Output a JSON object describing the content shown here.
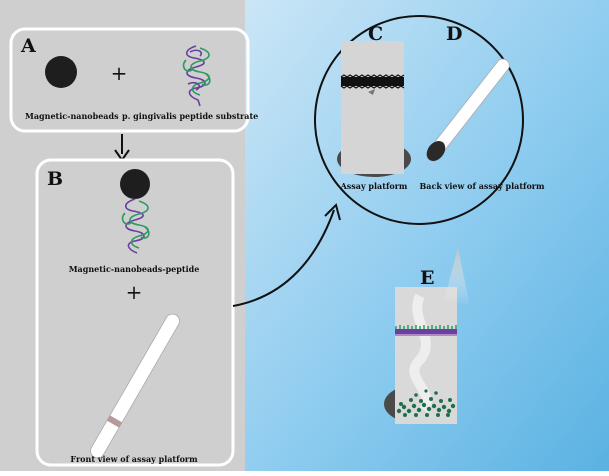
{
  "panels": {
    "a": {
      "letter": "A",
      "bead_label": "Magnetic-nanobeads",
      "plus": "+",
      "substrate_label": "p. gingivalis peptide substrate"
    },
    "b": {
      "letter": "B",
      "complex_label": "Magnetic-nanobeads-peptide",
      "plus": "+",
      "front_label": "Front view of assay platform"
    },
    "c": {
      "letter": "C",
      "label": "Assay platform"
    },
    "d": {
      "letter": "D",
      "label": "Back view of assay platform"
    },
    "e": {
      "letter": "E"
    }
  },
  "colors": {
    "left_background": "#cfcfcf",
    "right_background_top": "#cbe6f6",
    "right_background_bottom": "#5ab2e2",
    "bead": "#1e1e1e",
    "peptide_green": "#2f9a63",
    "peptide_purple": "#6a3fa0",
    "band": "#b89a9a"
  }
}
